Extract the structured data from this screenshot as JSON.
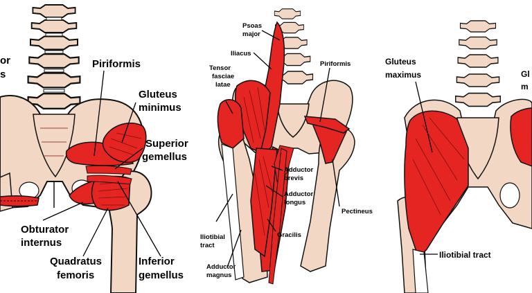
{
  "colors": {
    "bone": "#f2d8c4",
    "muscle": "#e52521",
    "outline": "#111111",
    "background": "#ffffff"
  },
  "panels": [
    {
      "id": "deep-lateral-rotators",
      "labels": {
        "cut_top": "or",
        "cut_bottom": "s",
        "piriformis": "Piriformis",
        "gluteus_minimus_1": "Gluteus",
        "gluteus_minimus_2": "minimus",
        "superior_gemellus_1": "Superior",
        "superior_gemellus_2": "gemellus",
        "obturator_internus_1": "Obturator",
        "obturator_internus_2": "internus",
        "quadratus_femoris_1": "Quadratus",
        "quadratus_femoris_2": "femoris",
        "inferior_gemellus_1": "Inferior",
        "inferior_gemellus_2": "gemellus"
      }
    },
    {
      "id": "anterior-hip",
      "labels": {
        "psoas_major_1": "Psoas",
        "psoas_major_2": "major",
        "iliacus": "Iliacus",
        "tensor_fasciae_latae_1": "Tensor",
        "tensor_fasciae_latae_2": "fasciae",
        "tensor_fasciae_latae_3": "latae",
        "piriformis": "Piriformis",
        "adductor_brevis_1": "Adductor",
        "adductor_brevis_2": "brevis",
        "adductor_longus_1": "Adductor",
        "adductor_longus_2": "longus",
        "pectineus": "Pectineus",
        "gracilis": "Gracilis",
        "iliotibial_tract_1": "Iliotibial",
        "iliotibial_tract_2": "tract",
        "adductor_magnus_1": "Adductor",
        "adductor_magnus_2": "magnus"
      }
    },
    {
      "id": "posterior-gluteal",
      "labels": {
        "gluteus_maximus_1": "Gluteus",
        "gluteus_maximus_2": "maximus",
        "cut_right_1": "Gl",
        "cut_right_2": "m",
        "iliotibial_tract": "Iliotibial tract"
      }
    }
  ]
}
